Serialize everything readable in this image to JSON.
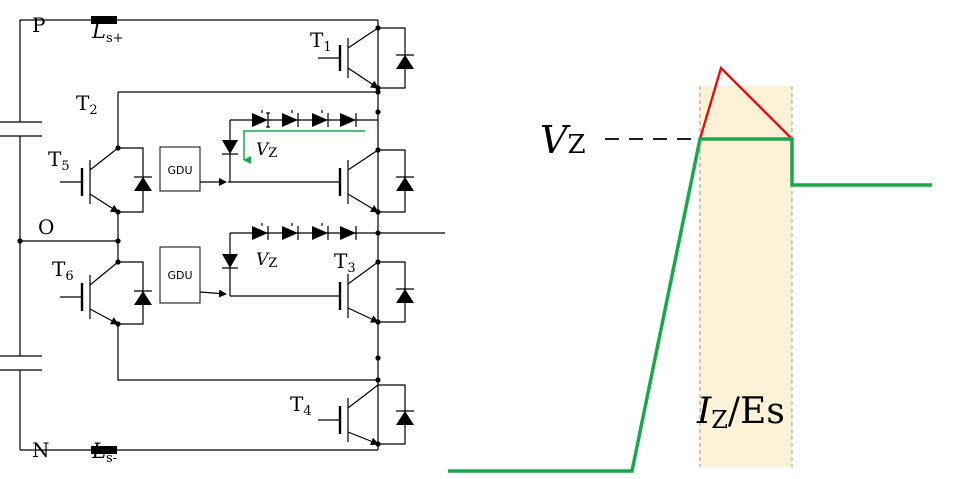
{
  "circuit": {
    "node_labels": {
      "p": "P",
      "o": "O",
      "n": "N"
    },
    "inductors": {
      "top": {
        "base": "L",
        "sub": "s+"
      },
      "bottom": {
        "base": "L",
        "sub": "s-"
      }
    },
    "switches": {
      "t1": {
        "base": "T",
        "sub": "1"
      },
      "t2": {
        "base": "T",
        "sub": "2"
      },
      "t3": {
        "base": "T",
        "sub": "3"
      },
      "t4": {
        "base": "T",
        "sub": "4"
      },
      "t5": {
        "base": "T",
        "sub": "5"
      },
      "t6": {
        "base": "T",
        "sub": "6"
      }
    },
    "gdu_upper": "GDU",
    "gdu_lower": "GDU",
    "vz_upper": {
      "base": "V",
      "sub": "Z"
    },
    "vz_lower": {
      "base": "V",
      "sub": "Z"
    }
  },
  "waveform": {
    "vz_label": {
      "base": "V",
      "sub": "Z"
    },
    "region_label": {
      "base": "I",
      "sub": "Z",
      "suffix": "/Es"
    },
    "colors": {
      "voltage": "#1aa84a",
      "overshoot": "#e01010",
      "region": "#fdf2d8",
      "arrow": "#1aa84a"
    }
  }
}
